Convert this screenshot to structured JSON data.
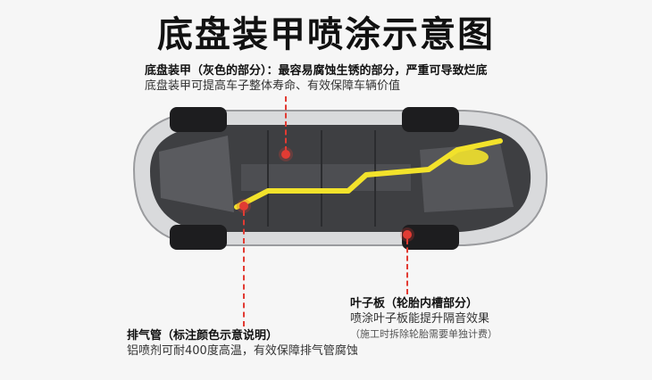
{
  "title": "底盘装甲喷涂示意图",
  "armor_note": {
    "heading": "底盘装甲（灰色的部分）：最容易腐蚀生锈的部分，严重可导致烂底",
    "body": "底盘装甲可提高车子整体寿命、有效保障车辆价值"
  },
  "leaf_note": {
    "heading": "叶子板（轮胎内槽部分）",
    "body": "喷涂叶子板能提升隔音效果",
    "sub": "（施工时拆除轮胎需要单独计费）"
  },
  "exhaust_note": {
    "heading": "排气管（标注颜色示意说明）",
    "body": "铝喷剂可耐400度高温，有效保障排气管腐蚀"
  },
  "colors": {
    "marker": "#e23b33",
    "exhaust": "#f2e22b",
    "body": "#d9dadc",
    "underbody": "#3e3f42"
  }
}
